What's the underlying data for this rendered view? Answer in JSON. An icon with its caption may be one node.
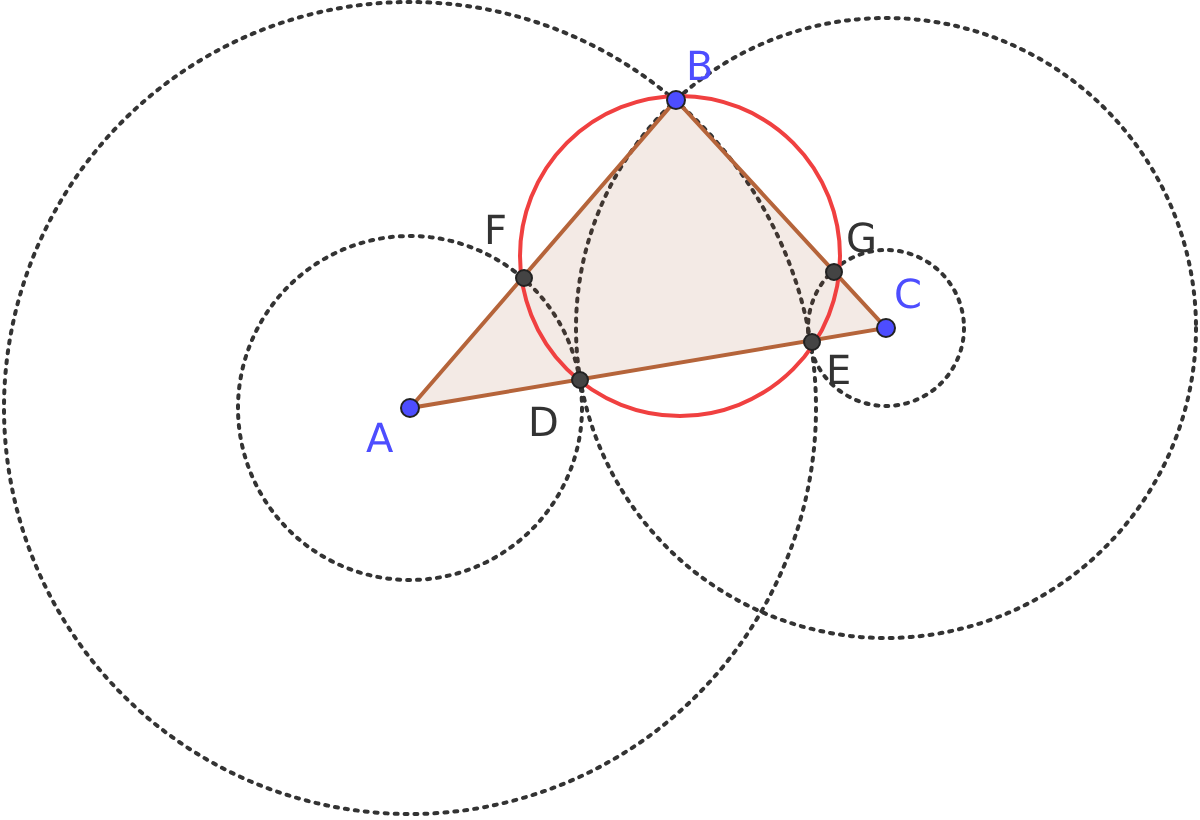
{
  "diagram": {
    "labels": [
      "B",
      "F",
      "G",
      "C",
      "A",
      "D",
      "E"
    ]
  }
}
